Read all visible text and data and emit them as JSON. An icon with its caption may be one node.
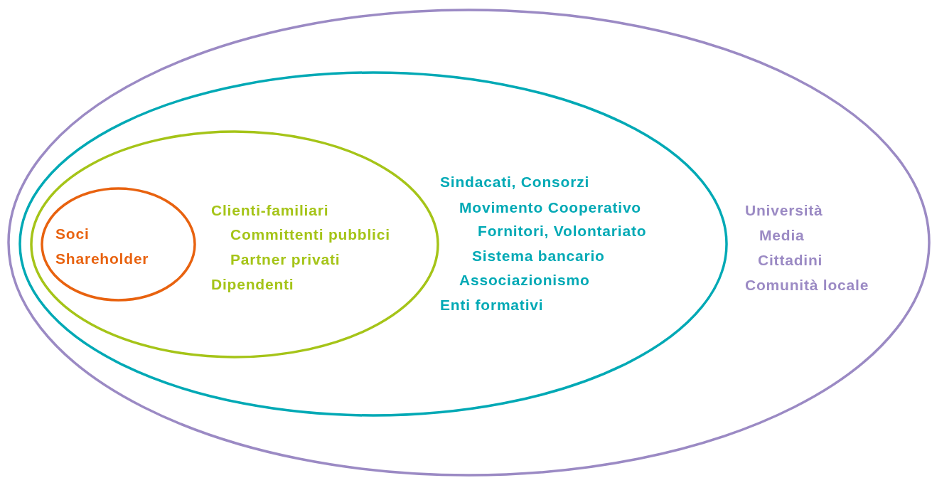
{
  "diagram": {
    "nodes": [
      {
        "text": [
          "Università",
          "Media",
          "Cittadini",
          "Comunità locale"
        ]
      },
      {
        "text": [
          "Sindacati, Consorzi",
          "Movimento Cooperativo",
          "Fornitori, Volontariato",
          "Sistema bancario",
          "Associazionismo",
          "Enti formativi"
        ],
        "in": 0
      },
      {
        "text": [
          "Clienti-familiari",
          "Committenti pubblici",
          "Partner privati",
          "Dipendenti"
        ],
        "in": 1
      },
      {
        "text": [
          "Soci",
          "Shareholder"
        ],
        "in": 2
      }
    ]
  }
}
